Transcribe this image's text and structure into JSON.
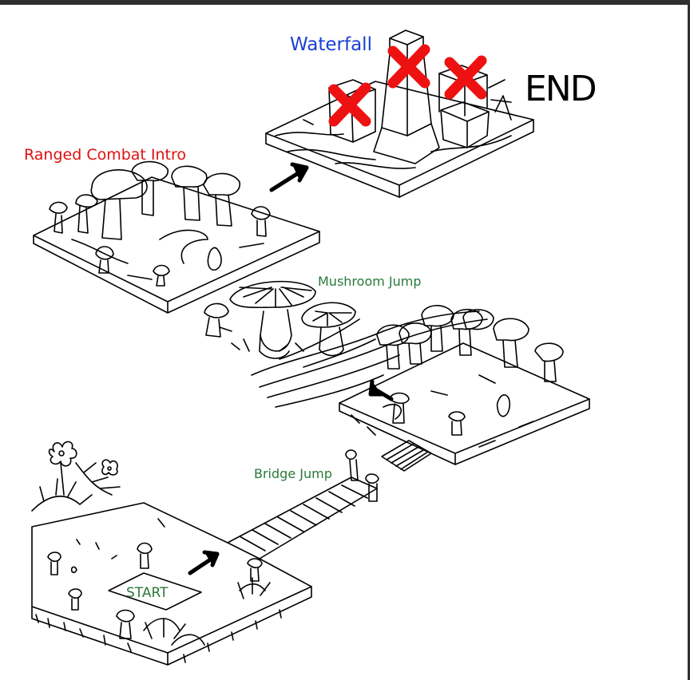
{
  "labels": {
    "waterfall": "Waterfall",
    "end": "END",
    "ranged_combat": "Ranged Combat Intro",
    "mushroom_jump": "Mushroom Jump",
    "bridge_jump": "Bridge Jump",
    "start": "START"
  },
  "colors": {
    "waterfall": "#1a3fd6",
    "ranged_combat": "#e01010",
    "green_labels": "#2a7a3a",
    "end": "#000000",
    "cross": "#ee1111",
    "ink": "#000000"
  },
  "icons": [
    "arrow-icon",
    "cross-icon",
    "mushroom-icon",
    "flower-icon",
    "fern-icon"
  ]
}
